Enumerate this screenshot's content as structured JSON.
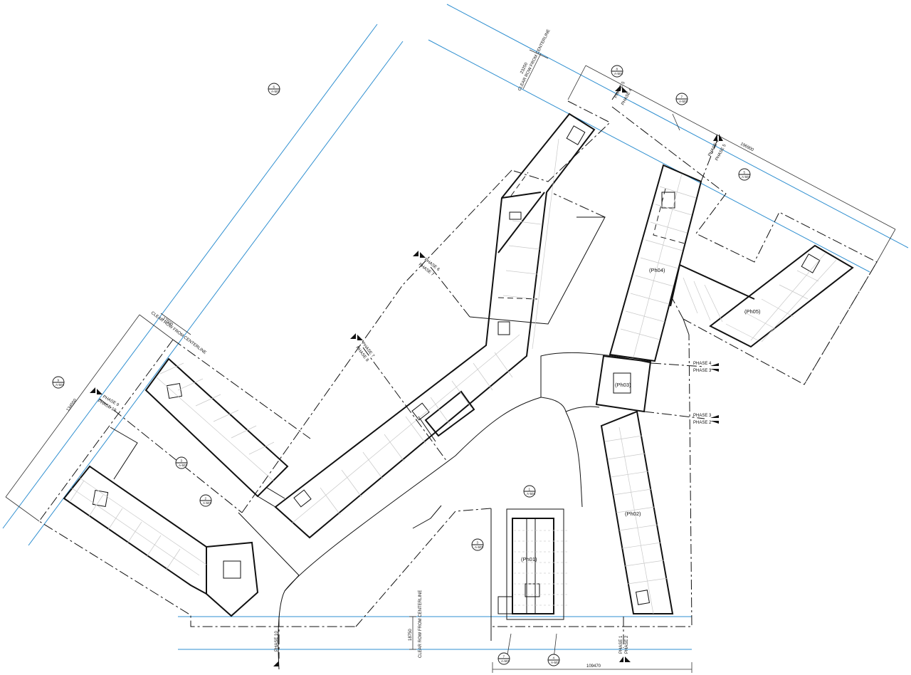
{
  "buildings": [
    {
      "id": "ph01",
      "label": "(Ph01)"
    },
    {
      "id": "ph02",
      "label": "(Ph02)"
    },
    {
      "id": "ph03",
      "label": "(Ph03)"
    },
    {
      "id": "ph04",
      "label": "(Ph04)"
    },
    {
      "id": "ph05",
      "label": "(Ph05)"
    }
  ],
  "phase_labels": {
    "p1": "PHASE 1",
    "p2": "PHASE 2",
    "p3": "PHASE 3",
    "p4": "PHASE 4",
    "p5": "PHASE 5",
    "p6": "PHASE 6",
    "p7": "PHASE 7",
    "p8": "PHASE 8",
    "p9": "PHASE 9",
    "p10": "PHASE 10"
  },
  "row_note": "CLEAR ROW FROM CENTERLINE",
  "dimensions": {
    "top_row": "23250",
    "top_length": "196900",
    "left_row": "17500",
    "left_length": "134550",
    "bottom_row": "18750",
    "bottom_length": "109470"
  },
  "markers": [
    {
      "num": "1",
      "sheet": "A-501"
    },
    {
      "num": "2",
      "sheet": "A-501"
    },
    {
      "num": "3",
      "sheet": "A-501"
    },
    {
      "num": "4",
      "sheet": "A-501"
    },
    {
      "num": "5",
      "sheet": "A-501"
    },
    {
      "num": "6",
      "sheet": "A-501"
    },
    {
      "num": "7",
      "sheet": "A-501"
    },
    {
      "num": "8",
      "sheet": "A-501"
    },
    {
      "num": "9",
      "sheet": "A-501"
    }
  ]
}
